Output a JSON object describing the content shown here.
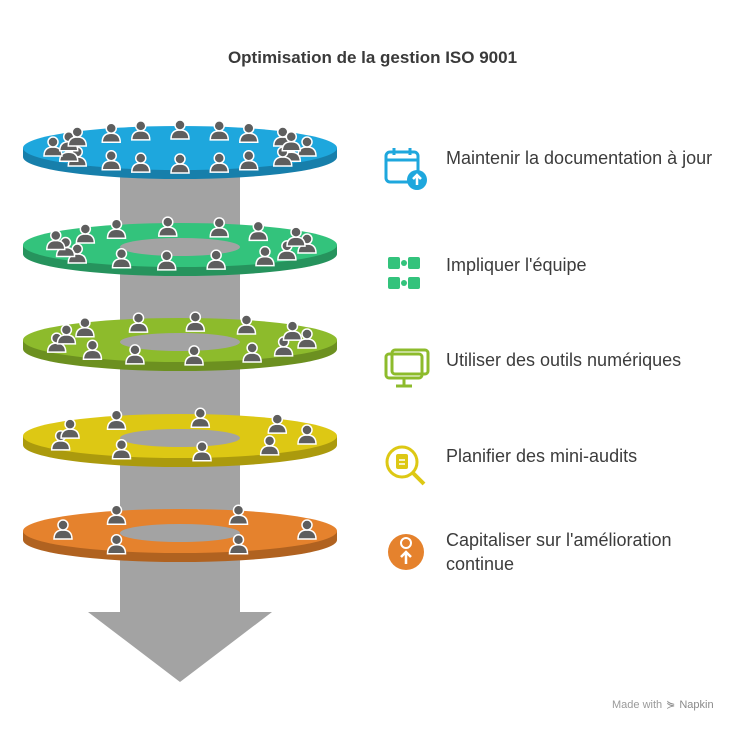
{
  "title": "Optimisation de la gestion ISO 9001",
  "layers": [
    {
      "label": "Maintenir la documentation à jour",
      "color": "#1ea7dd",
      "dark": "#177fab",
      "icon": "calendar-upload-icon",
      "people": 20
    },
    {
      "label": "Impliquer l'équipe",
      "color": "#33c37c",
      "dark": "#26935d",
      "icon": "team-puzzle-icon",
      "people": 15
    },
    {
      "label": "Utiliser des outils numériques",
      "color": "#8dbb2c",
      "dark": "#6c9020",
      "icon": "monitor-icon",
      "people": 13
    },
    {
      "label": "Planifier des mini-audits",
      "color": "#ddc814",
      "dark": "#ab9a0d",
      "icon": "magnifier-clipboard-icon",
      "people": 9
    },
    {
      "label": "Capitaliser sur l'amélioration continue",
      "color": "#e5822d",
      "dark": "#b06220",
      "icon": "target-arrow-icon",
      "people": 6
    }
  ],
  "footer": {
    "made_with": "Made with",
    "brand": "Napkin"
  }
}
